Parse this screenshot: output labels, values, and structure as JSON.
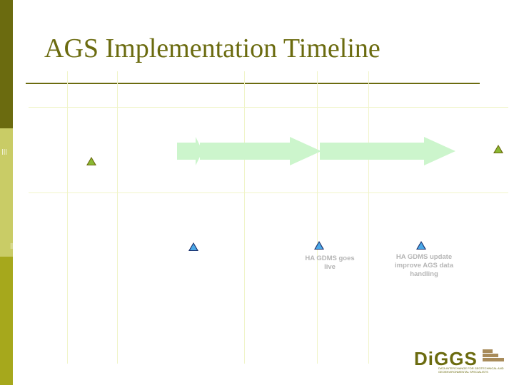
{
  "slide": {
    "title": "AGS Implementation Timeline"
  },
  "side_bar": {
    "marks": [
      "|||",
      "|||"
    ]
  },
  "milestones": [
    {
      "shape": "triangle",
      "color": "green",
      "label": ""
    },
    {
      "shape": "triangle",
      "color": "blue",
      "label": ""
    },
    {
      "shape": "triangle",
      "color": "blue",
      "label": "HA GDMS goes live"
    },
    {
      "shape": "triangle",
      "color": "blue",
      "label": "HA GDMS update improve AGS data handling"
    },
    {
      "shape": "triangle",
      "color": "green",
      "label": ""
    }
  ],
  "labels": {
    "ha_live_line1": "HA GDMS goes",
    "ha_live_line2": "live",
    "ha_update_line1": "HA GDMS update",
    "ha_update_line2": "improve AGS data",
    "ha_update_line3": "handling"
  },
  "arrows": [
    {
      "color": "#ccf5cc",
      "label": ""
    },
    {
      "color": "#ccf5cc",
      "label": ""
    },
    {
      "color": "#ccf5cc",
      "label": ""
    }
  ],
  "logo": {
    "text": "DiGGS",
    "tagline": "DATA INTERCHANGE FOR GEOTECHNICAL AND GEOENVIRONMENTAL SPECIALISTS"
  },
  "colors": {
    "accent_dark": "#6b6b0f",
    "accent_light": "#c9cc66",
    "accent_mid": "#a6a81c",
    "arrow": "#ccf5cc",
    "triangle_green": "#8ab832",
    "triangle_blue": "#4aa8e8"
  }
}
